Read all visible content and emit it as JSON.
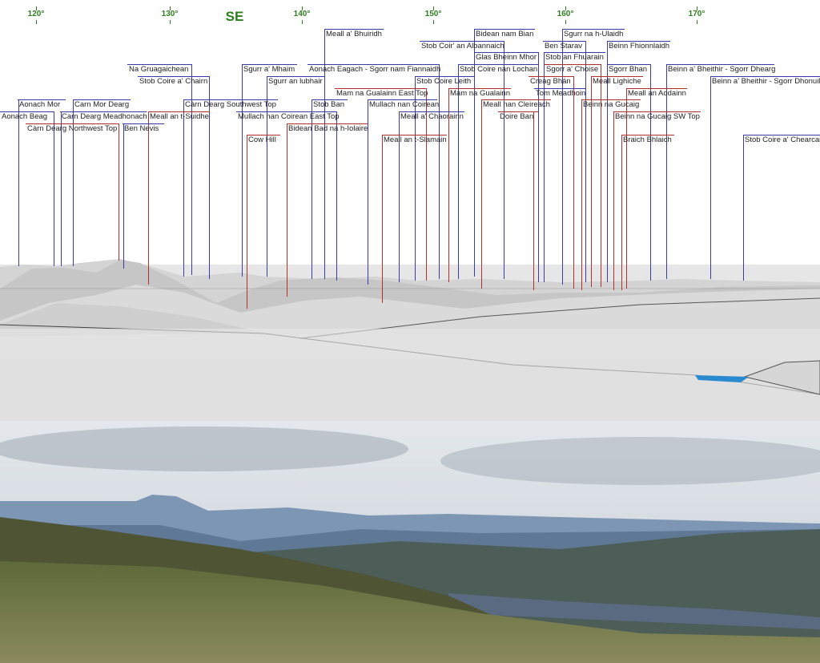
{
  "compass": {
    "direction": "SE",
    "degrees": [
      "120°",
      "130°",
      "140°",
      "150°",
      "160°",
      "170°"
    ]
  },
  "colors": {
    "blue": "#3b3ba8",
    "red": "#b03030",
    "compass": "#2f7d1f",
    "water": "#2a8ad0"
  },
  "peaks": [
    {
      "name": "Meall a' Bhuiridh",
      "color": "blue"
    },
    {
      "name": "Bidean nam Bian",
      "color": "blue"
    },
    {
      "name": "Sgurr na h-Ulaidh",
      "color": "blue"
    },
    {
      "name": "Stob Coir' an Albannaich",
      "color": "blue"
    },
    {
      "name": "Ben Starav",
      "color": "blue"
    },
    {
      "name": "Beinn Fhionnlaidh",
      "color": "blue"
    },
    {
      "name": "Glas Bheinn Mhor",
      "color": "blue"
    },
    {
      "name": "Stob an Fhuarain",
      "color": "blue"
    },
    {
      "name": "Na Gruagaichean",
      "color": "blue"
    },
    {
      "name": "Sgurr a' Mhaim",
      "color": "blue"
    },
    {
      "name": "Aonach Eagach - Sgorr nam Fiannaidh",
      "color": "blue"
    },
    {
      "name": "Stob Coire nan Lochan",
      "color": "blue"
    },
    {
      "name": "Sgorr a' Choise",
      "color": "red"
    },
    {
      "name": "Sgorr Bhan",
      "color": "blue"
    },
    {
      "name": "Beinn a' Bheithir - Sgorr Dhearg",
      "color": "blue"
    },
    {
      "name": "Stob Coire a' Chairn",
      "color": "blue"
    },
    {
      "name": "Sgurr an lubhair",
      "color": "blue"
    },
    {
      "name": "Stob Coire Leith",
      "color": "blue"
    },
    {
      "name": "Creag Bhán",
      "color": "red"
    },
    {
      "name": "Meall Lighiche",
      "color": "red"
    },
    {
      "name": "Beinn a' Bheithir - Sgorr Dhonuill",
      "color": "blue"
    },
    {
      "name": "Mam na Gualainn East Top",
      "color": "red"
    },
    {
      "name": "Mam na Gualainn",
      "color": "red"
    },
    {
      "name": "Tom Meadhoin",
      "color": "blue"
    },
    {
      "name": "Meall an Aodainn",
      "color": "red"
    },
    {
      "name": "Aonach Mor",
      "color": "blue"
    },
    {
      "name": "Carn Mor Dearg",
      "color": "blue"
    },
    {
      "name": "Càrn Dearg Southwest Top",
      "color": "blue"
    },
    {
      "name": "Stob Ban",
      "color": "blue"
    },
    {
      "name": "Mullach nan Coirean",
      "color": "blue"
    },
    {
      "name": "Meall nan Cleireach",
      "color": "red"
    },
    {
      "name": "Beinn na Gucaig",
      "color": "red"
    },
    {
      "name": "Aonach Beag",
      "color": "blue"
    },
    {
      "name": "Carn Dearg Meadhonach",
      "color": "blue"
    },
    {
      "name": "Meall an t-Suidhe",
      "color": "red"
    },
    {
      "name": "Mullach nan Coirean East Top",
      "color": "blue"
    },
    {
      "name": "Meall a' Chaorainn",
      "color": "blue"
    },
    {
      "name": "Doire Ban",
      "color": "red"
    },
    {
      "name": "Beinn na Gucaig SW Top",
      "color": "red"
    },
    {
      "name": "Càrn Dearg Northwest Top",
      "color": "red"
    },
    {
      "name": "Ben Nevis",
      "color": "blue"
    },
    {
      "name": "Bidean Bad na h-Iolaire",
      "color": "red"
    },
    {
      "name": "Cow Hill",
      "color": "red"
    },
    {
      "name": "Meall an t-Slamain",
      "color": "red"
    },
    {
      "name": "Braich Bhlaich",
      "color": "red"
    },
    {
      "name": "Stob Coire a' Chearcaill",
      "color": "blue"
    }
  ]
}
